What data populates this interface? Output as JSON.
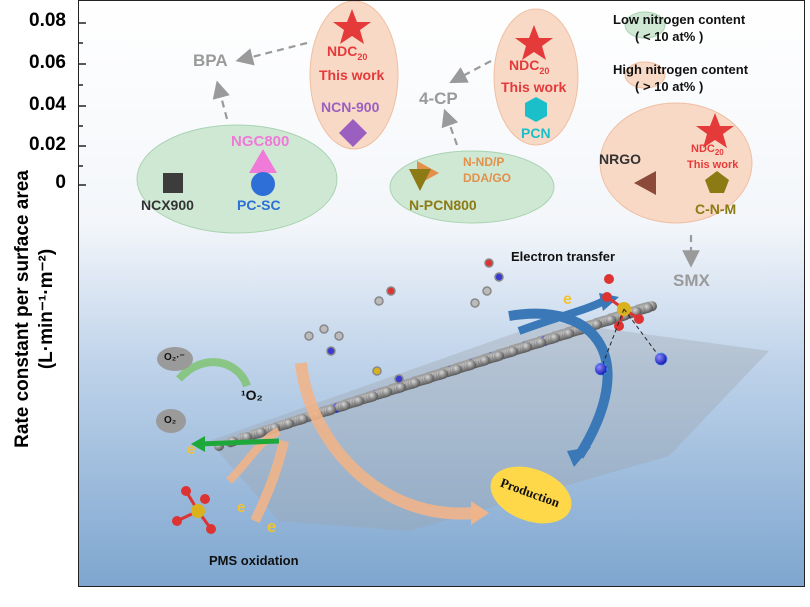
{
  "axis": {
    "ylabel_line1": "Rate constant per surface area",
    "ylabel_line2": "(L·min⁻¹·m⁻²)",
    "ticks": [
      "0.08",
      "0.06",
      "0.04",
      "0.02",
      "0"
    ]
  },
  "legend": {
    "low": "Low nitrogen content",
    "low_sub": "( < 10 at% )",
    "high": "High nitrogen content",
    "high_sub": "( > 10 at% )"
  },
  "pollutants": {
    "bpa": "BPA",
    "cp": "4-CP",
    "smx": "SMX"
  },
  "materials": {
    "ndc": "NDC",
    "ndc_sub": "20",
    "this_work": "This work",
    "ncn900": "NCN-900",
    "ngc800": "NGC800",
    "ncx900": "NCX900",
    "pcsc": "PC-SC",
    "pcn": "PCN",
    "nnd": "N-ND/P",
    "dda": "DDA/GO",
    "npcn800": "N-PCN800",
    "nrgo": "NRGO",
    "cnm": "C-N-M"
  },
  "mechanism": {
    "electron_transfer": "Electron transfer",
    "production": "Production",
    "pms_oxidation": "PMS oxidation",
    "o2_radical": "O₂·⁻",
    "singlet_o2": "¹O₂",
    "o2": "O₂",
    "e": "e"
  },
  "colors": {
    "green_bg": "#cfe8d4",
    "peach_bg": "#f8d9c6",
    "star": "#e53a3a",
    "gray": "#9a9a9a",
    "purple": "#9b5fc0",
    "pink": "#f07ad8",
    "blue": "#2d6fd6",
    "cyan": "#1bbfc9",
    "olive": "#8c7a14",
    "brown": "#8b4a3a",
    "orange": "#e2904a",
    "arrowblue": "#3a78b8"
  }
}
